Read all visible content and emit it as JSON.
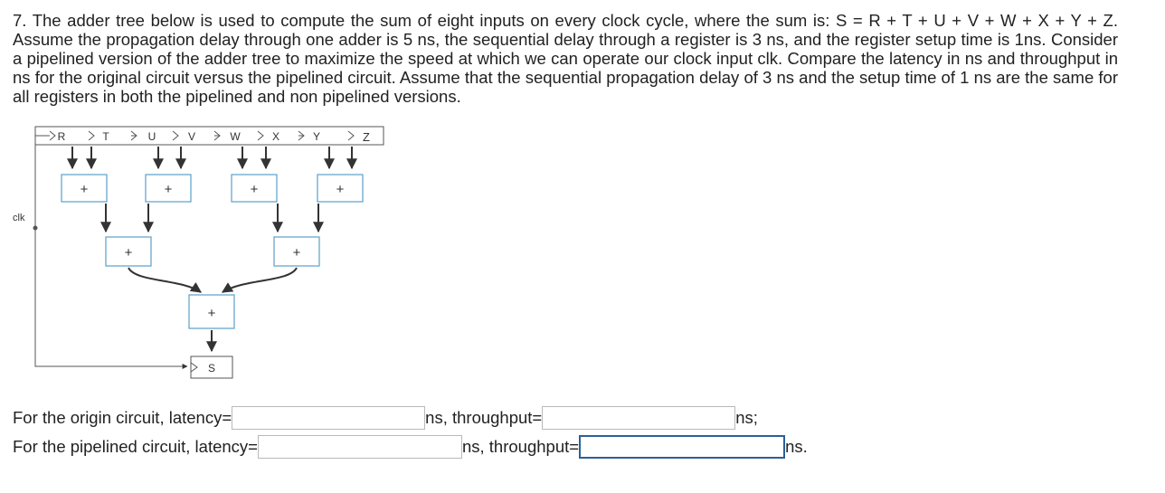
{
  "question": {
    "text": "7. The adder tree below is used to compute the sum of eight inputs on every clock cycle, where the sum is: S = R + T + U + V + W + X + Y + Z. Assume the propagation delay through one adder is 5 ns, the sequential delay through a register is 3 ns, and the register setup time is 1ns. Consider a pipelined version of the adder tree to maximize the speed at which we can operate our clock input clk. Compare the latency in ns and throughput in ns for the original circuit versus the pipelined circuit. Assume that the sequential propagation delay of 3 ns and the setup time of 1 ns are the same for all registers in both the pipelined and non pipelined versions."
  },
  "diagram": {
    "inputs": [
      "R",
      "T",
      "U",
      "V",
      "W",
      "X",
      "Y",
      "Z"
    ],
    "clock_label": "clk",
    "adder_symbol": "+",
    "output_label": "S"
  },
  "answers": {
    "original": {
      "latency_label": "For the origin circuit, latency=",
      "latency_value": "",
      "throughput_label": "ns, throughput=",
      "throughput_value": "",
      "end_label": "ns;"
    },
    "pipelined": {
      "latency_label": "For the pipelined circuit, latency=",
      "latency_value": "",
      "throughput_label": "ns, throughput=",
      "throughput_value": "",
      "end_label": "ns."
    }
  }
}
